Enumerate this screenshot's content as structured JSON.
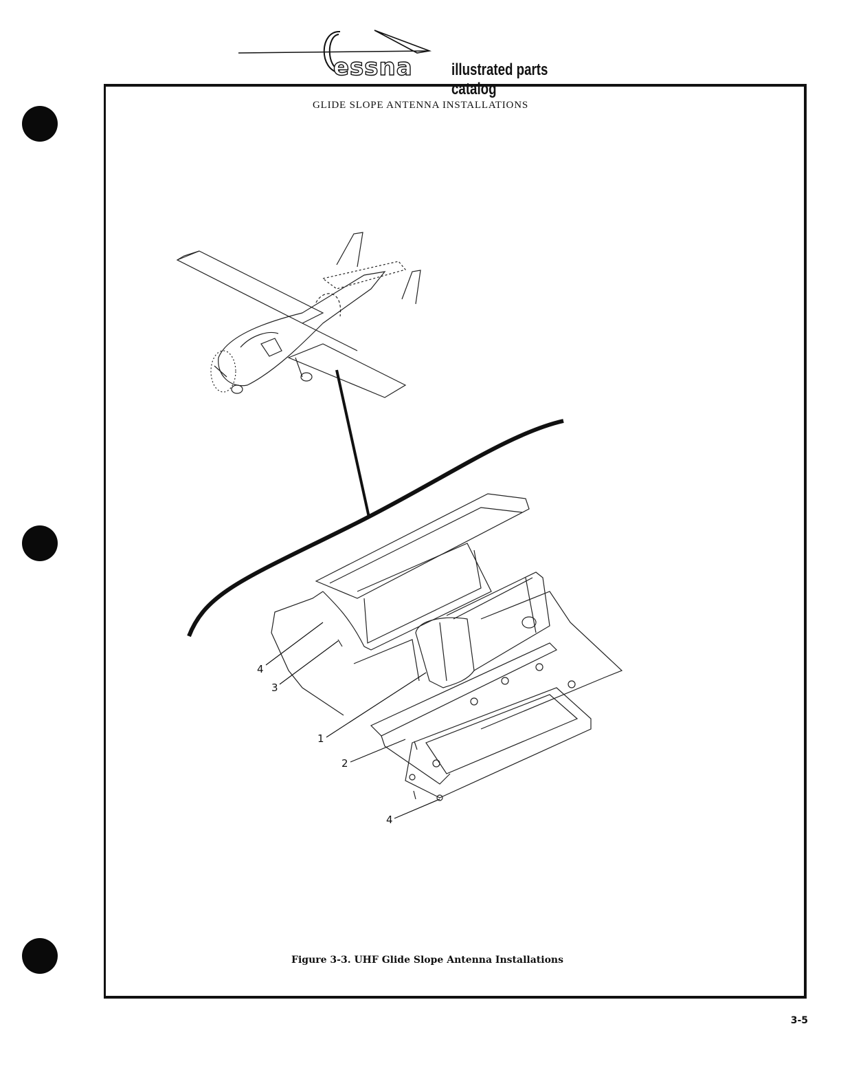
{
  "header": {
    "brand_initial": "C",
    "brand_rest": "essna",
    "catalog_label": "illustrated parts catalog"
  },
  "page": {
    "title": "GLIDE SLOPE ANTENNA INSTALLATIONS",
    "caption": "Figure 3-3.  UHF Glide Slope Antenna Installations",
    "page_number": "3-5"
  },
  "callouts": [
    {
      "id": "c4a",
      "label": "4"
    },
    {
      "id": "c3",
      "label": "3"
    },
    {
      "id": "c1",
      "label": "1"
    },
    {
      "id": "c2",
      "label": "2"
    },
    {
      "id": "c4b",
      "label": "4"
    }
  ]
}
